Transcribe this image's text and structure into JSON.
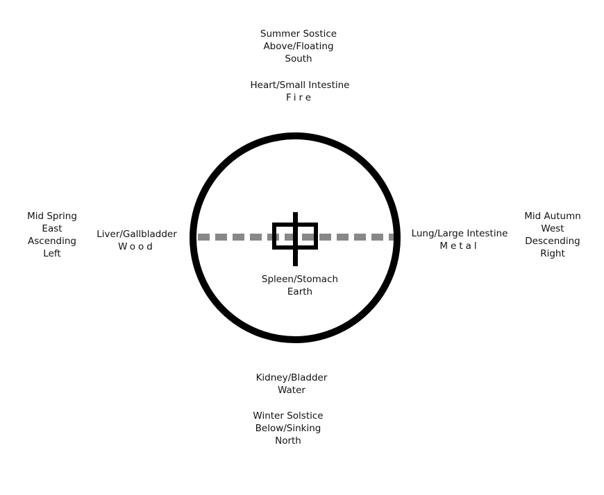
{
  "north": {
    "lines": [
      "Summer Sostice",
      "Above/Floating",
      "South"
    ]
  },
  "fire": {
    "organ": "Heart/Small Intestine",
    "element": "Fire"
  },
  "west_side": {
    "lines": [
      "Mid Spring",
      "East",
      "Ascending",
      "Left"
    ]
  },
  "wood": {
    "organ": "Liver/Gallbladder",
    "element": "Wood"
  },
  "metal": {
    "organ": "Lung/Large Intestine",
    "element": "Metal"
  },
  "east_side": {
    "lines": [
      "Mid Autumn",
      "West",
      "Descending",
      "Right"
    ]
  },
  "earth": {
    "organ": "Spleen/Stomach",
    "element": "Earth"
  },
  "water": {
    "organ": "Kidney/Bladder",
    "element": "Water"
  },
  "south": {
    "lines": [
      "Winter Solstice",
      "Below/Sinking",
      "North"
    ]
  },
  "center_glyph": "中",
  "colors": {
    "circle": "#000000",
    "dash": "#888888"
  }
}
